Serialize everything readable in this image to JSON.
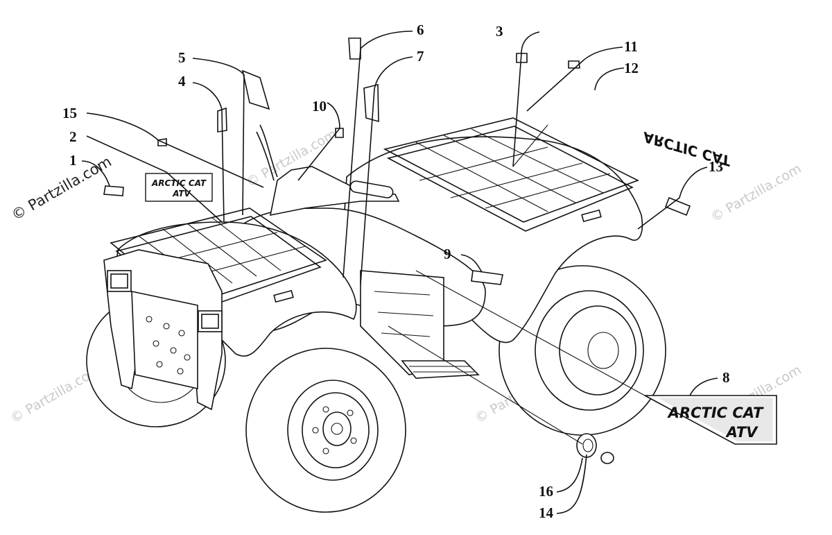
{
  "watermark": {
    "text": "© Partzilla.com",
    "side_text": "© Partzilla.com"
  },
  "callouts": [
    {
      "id": "1",
      "label": "1"
    },
    {
      "id": "2",
      "label": "2"
    },
    {
      "id": "3",
      "label": "3"
    },
    {
      "id": "4",
      "label": "4"
    },
    {
      "id": "5",
      "label": "5"
    },
    {
      "id": "6",
      "label": "6"
    },
    {
      "id": "7",
      "label": "7"
    },
    {
      "id": "8",
      "label": "8"
    },
    {
      "id": "9",
      "label": "9"
    },
    {
      "id": "10",
      "label": "10"
    },
    {
      "id": "11",
      "label": "11"
    },
    {
      "id": "12",
      "label": "12"
    },
    {
      "id": "13",
      "label": "13"
    },
    {
      "id": "14",
      "label": "14"
    },
    {
      "id": "15",
      "label": "15"
    },
    {
      "id": "16",
      "label": "16"
    }
  ],
  "decals": {
    "front_line1": "ARCTIC CAT",
    "front_line2": "ATV",
    "side_line1": "ARCTIC CAT",
    "side_line2": "ATV",
    "rear_text": "ARCTIC CAT"
  },
  "colors": {
    "ink": "#111111",
    "watermark": "#c9c9c9",
    "background": "#ffffff"
  }
}
